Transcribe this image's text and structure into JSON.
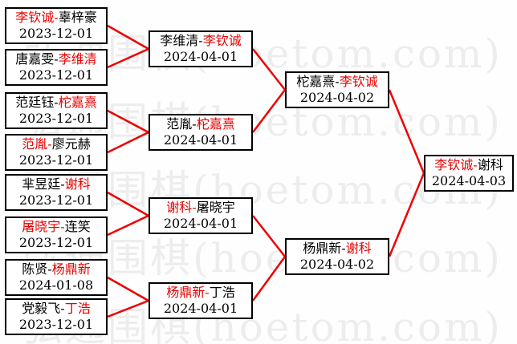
{
  "watermark": {
    "text": "弘通围棋(hoetom.com)",
    "color": "#ededed"
  },
  "colors": {
    "winner_text": "#e60000",
    "connector": "#ee0000",
    "box_border": "#000000",
    "player_text": "#000000",
    "background": "#fefefe"
  },
  "separator": "-",
  "bracket": {
    "round1": [
      {
        "p1": "李钦诚",
        "p2": "辜梓豪",
        "winner": 1,
        "date": "2023-12-01"
      },
      {
        "p1": "唐嘉雯",
        "p2": "李维清",
        "winner": 2,
        "date": "2023-12-01"
      },
      {
        "p1": "范廷钰",
        "p2": "柁嘉熹",
        "winner": 2,
        "date": "2023-12-01"
      },
      {
        "p1": "范胤",
        "p2": "廖元赫",
        "winner": 1,
        "date": "2023-12-01"
      },
      {
        "p1": "芈昱廷",
        "p2": "谢科",
        "winner": 2,
        "date": "2023-12-01"
      },
      {
        "p1": "屠晓宇",
        "p2": "连笑",
        "winner": 1,
        "date": "2023-12-01"
      },
      {
        "p1": "陈贤",
        "p2": "杨鼎新",
        "winner": 2,
        "date": "2024-01-08"
      },
      {
        "p1": "党毅飞",
        "p2": "丁浩",
        "winner": 2,
        "date": "2023-12-01"
      }
    ],
    "round2": [
      {
        "p1": "李维清",
        "p2": "李钦诚",
        "winner": 2,
        "date": "2024-04-01"
      },
      {
        "p1": "范胤",
        "p2": "柁嘉熹",
        "winner": 2,
        "date": "2024-04-01"
      },
      {
        "p1": "谢科",
        "p2": "屠晓宇",
        "winner": 1,
        "date": "2024-04-01"
      },
      {
        "p1": "杨鼎新",
        "p2": "丁浩",
        "winner": 1,
        "date": "2024-04-01"
      }
    ],
    "semifinals": [
      {
        "p1": "柁嘉熹",
        "p2": "李钦诚",
        "winner": 2,
        "date": "2024-04-02"
      },
      {
        "p1": "杨鼎新",
        "p2": "谢科",
        "winner": 2,
        "date": "2024-04-02"
      }
    ],
    "final": [
      {
        "p1": "李钦诚",
        "p2": "谢科",
        "winner": 1,
        "date": "2024-04-03"
      }
    ]
  }
}
